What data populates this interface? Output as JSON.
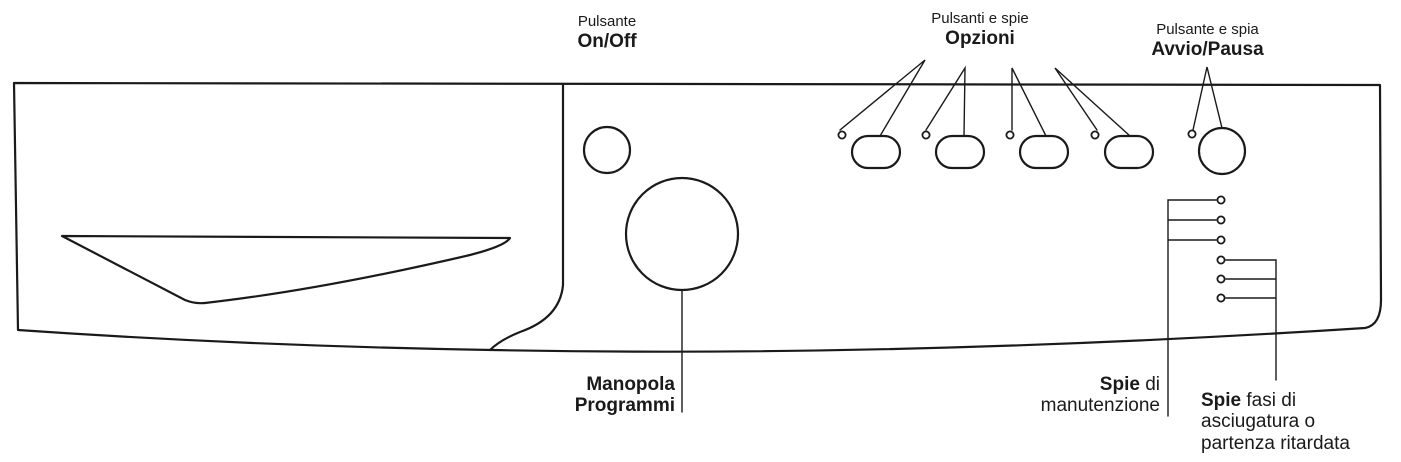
{
  "labels": {
    "on_off_top": "Pulsante",
    "on_off_bold": "On/Off",
    "options_top": "Pulsanti e spie",
    "options_bold": "Opzioni",
    "start_top": "Pulsante e spia",
    "start_bold": "Avvio/Pausa",
    "dial_line1": "Manopola",
    "dial_line2": "Programmi",
    "maint_bold": "Spie",
    "maint_rest": " di",
    "maint_line2": "manutenzione",
    "dry_bold": "Spie",
    "dry_rest": " fasi di",
    "dry_line2": "asciugatura o",
    "dry_line3": "partenza ritardata"
  },
  "colors": {
    "stroke": "#1a1a1a",
    "fill": "#ffffff"
  }
}
